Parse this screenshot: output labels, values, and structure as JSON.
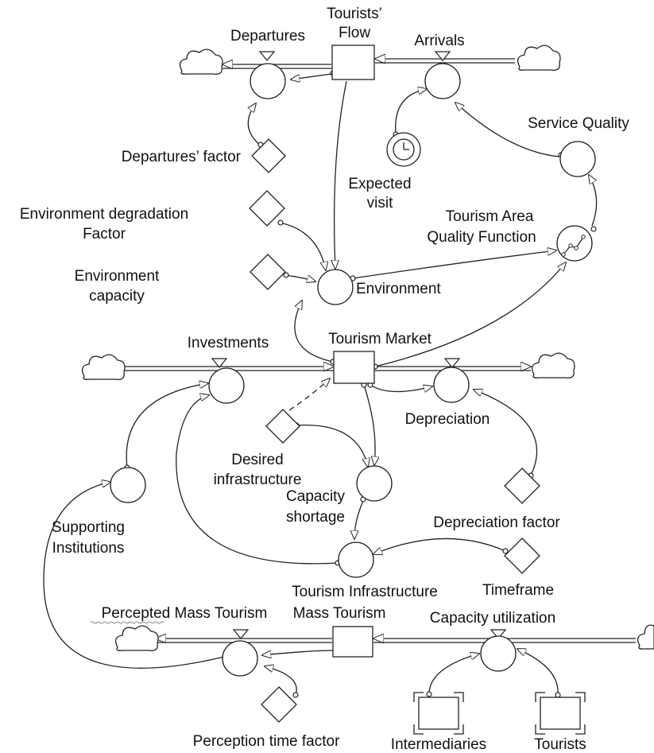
{
  "stocks": {
    "tourists_flow": [
      "Tourists’",
      "Flow"
    ],
    "tourism_market": "Tourism Market",
    "mass_tourism": "Mass Tourism"
  },
  "flows": {
    "departures": "Departures",
    "arrivals": "Arrivals",
    "investments": "Investments",
    "depreciation": "Depreciation",
    "percepted_mass_tourism": "Percepted Mass Tourism",
    "capacity_utilization": "Capacity utilization"
  },
  "converters": {
    "service_quality": "Service Quality",
    "tourism_area_quality_function": [
      "Tourism Area",
      "Quality Function"
    ],
    "environment": "Environment",
    "capacity_shortage": [
      "Capacity",
      "shortage"
    ],
    "supporting_institutions": [
      "Supporting",
      "Institutions"
    ],
    "tourism_infrastructure": "Tourism Infrastructure"
  },
  "constants": {
    "departures_factor": "Departures’ factor",
    "environment_degradation_factor": [
      "Environment degradation",
      "Factor"
    ],
    "environment_capacity": [
      "Environment",
      "capacity"
    ],
    "desired_infrastructure": [
      "Desired",
      "infrastructure"
    ],
    "depreciation_factor": "Depreciation factor",
    "timeframe": "Timeframe",
    "perception_time_factor": "Perception time factor"
  },
  "variables": {
    "expected_visit": [
      "Expected",
      "visit"
    ]
  },
  "ghosts": {
    "intermediaries": "Intermediaries",
    "tourists": "Tourists"
  }
}
